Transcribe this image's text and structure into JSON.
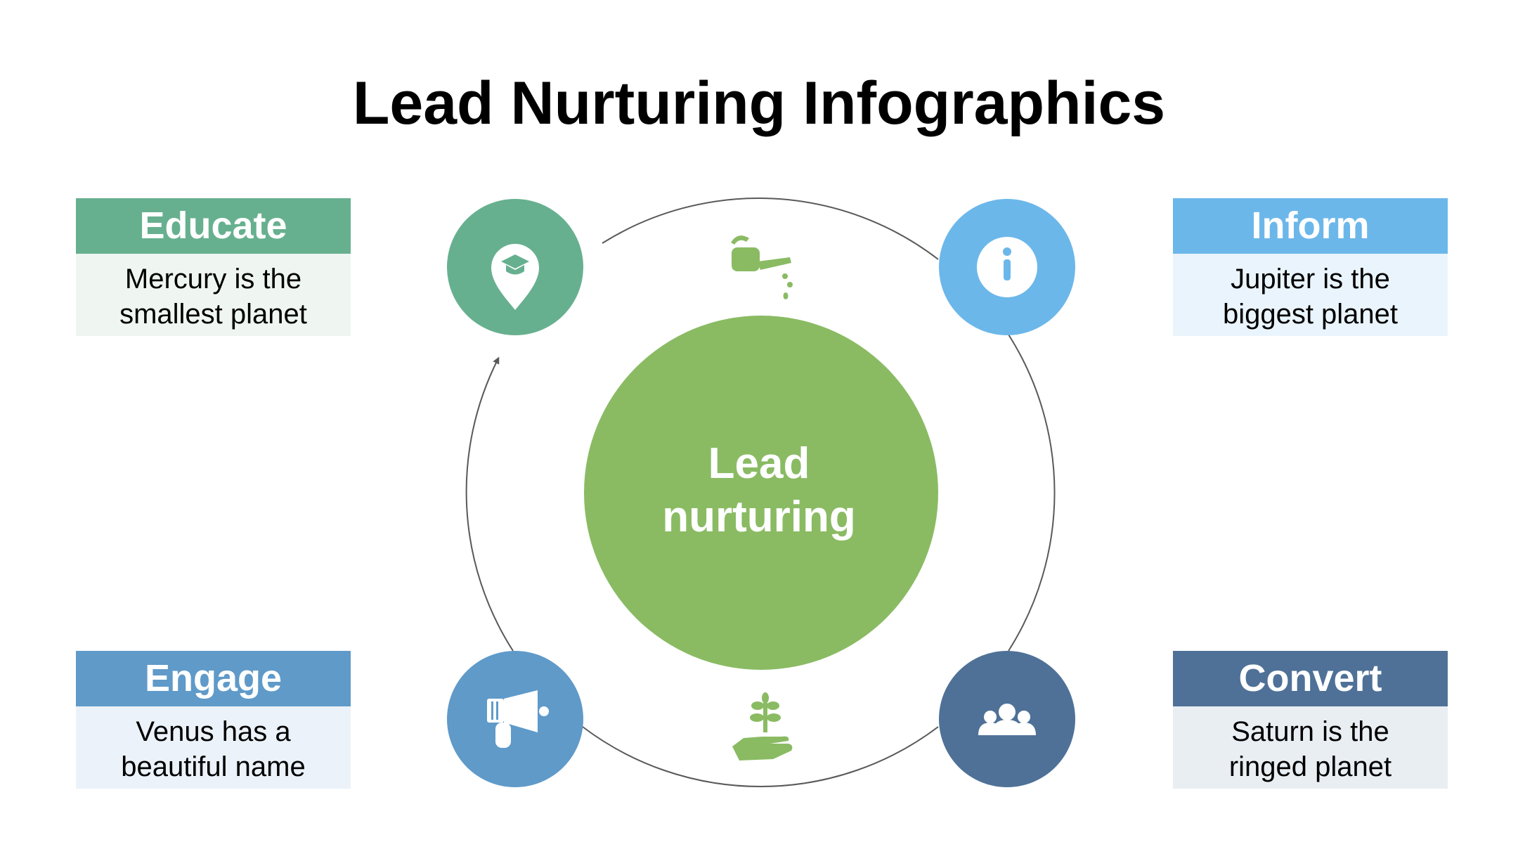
{
  "title": "Lead Nurturing Infographics",
  "center": {
    "line1": "Lead",
    "line2": "nurturing",
    "color": "#8abb63"
  },
  "cards": {
    "educate": {
      "title": "Educate",
      "line1": "Mercury is the",
      "line2": "smallest planet",
      "color": "#67b08f",
      "bg": "#eff6f2",
      "icon": "location-graduation-cap-icon"
    },
    "inform": {
      "title": "Inform",
      "line1": "Jupiter is the",
      "line2": "biggest planet",
      "color": "#6cb7ea",
      "bg": "#eaf4fc",
      "icon": "info-icon"
    },
    "engage": {
      "title": "Engage",
      "line1": "Venus has a",
      "line2": "beautiful name",
      "color": "#5f9ac9",
      "bg": "#ebf2f9",
      "icon": "megaphone-icon"
    },
    "convert": {
      "title": "Convert",
      "line1": "Saturn is the",
      "line2": "ringed planet",
      "color": "#4f7197",
      "bg": "#e9eef3",
      "icon": "group-icon"
    }
  },
  "decor_icons": [
    "watering-can-icon",
    "plant-in-hand-icon"
  ],
  "ring_color": "#595959"
}
